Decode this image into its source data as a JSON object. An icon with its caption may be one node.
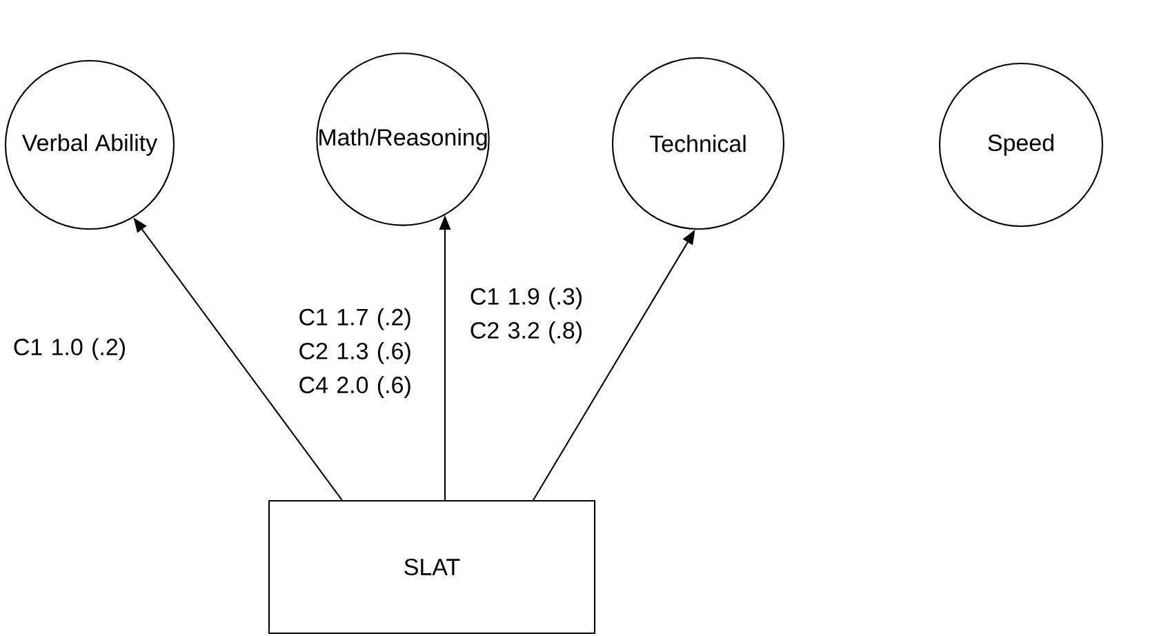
{
  "diagram": {
    "nodes": [
      {
        "text": [
          "Verbal Ability"
        ]
      },
      {
        "text": [
          "Math/Reasoning"
        ]
      },
      {
        "text": [
          "Technical"
        ]
      },
      {
        "text": [
          "Speed"
        ]
      },
      {
        "text": [
          "SLAT"
        ]
      }
    ],
    "edges": [
      {
        "from": 4,
        "to": 0,
        "arrow": "to",
        "label": "C1 1.0 (.2)"
      },
      {
        "from": 4,
        "to": 1,
        "arrow": "to",
        "label": "C1 1.7 (.2) C2 1.3 (.6) C4 2.0 (.6)"
      },
      {
        "from": 4,
        "to": 2,
        "arrow": "to",
        "label": "C1 1.9 (.3) C2 3.2 (.8)"
      }
    ]
  }
}
